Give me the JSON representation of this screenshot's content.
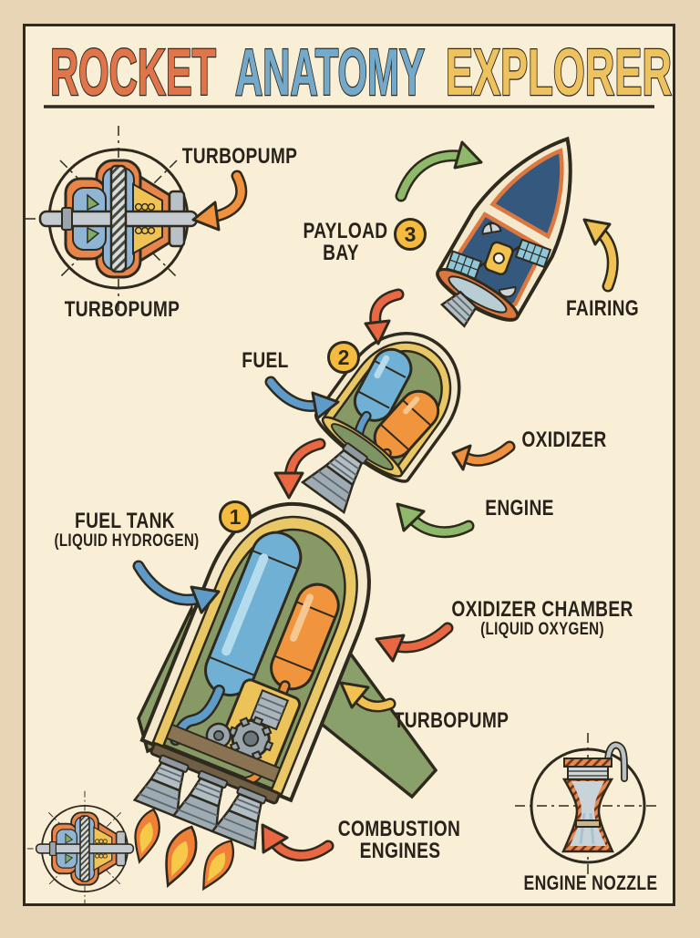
{
  "title": {
    "rocket": "ROCKET",
    "anatomy": "ANATOMY",
    "explorer": "EXPLORER"
  },
  "labels": {
    "turbopump_top": "TURBOPUMP",
    "turbopump_inset": "TURBOPUMP",
    "payload_line1": "PAYLOAD",
    "payload_line2": "BAY",
    "fairing": "FAIRING",
    "fuel": "FUEL",
    "oxidizer": "OXIDIZER",
    "engine": "ENGINE",
    "fuel_tank_line1": "FUEL TANK",
    "fuel_tank_line2": "(LIQUID HYDROGEN)",
    "oxidizer_chamber_line1": "OXIDIZER CHAMBER",
    "oxidizer_chamber_line2": "(LIQUID OXYGEN)",
    "turbopump_stage1": "TURBOPUMP",
    "combustion_line1": "COMBUSTION",
    "combustion_line2": "ENGINES",
    "engine_nozzle": "ENGINE NOZZLE"
  },
  "badges": {
    "stage1": "1",
    "stage2": "2",
    "stage3": "3"
  },
  "colors": {
    "background": "#e7d5b6",
    "panel": "#f9efd7",
    "outline": "#2f2a1e",
    "title_rocket": "#e0744b",
    "title_anatomy": "#74a9c9",
    "title_explorer": "#eec25e",
    "badge": "#f5bb41",
    "arrow_blue": "#5f9bc8",
    "arrow_green": "#8fb96a",
    "arrow_yellow": "#f2c153",
    "arrow_orange": "#f0913f",
    "arrow_red": "#ea6743",
    "tank_blue": "#6fb0d4",
    "tank_orange": "#f0943e",
    "interior_green": "#879a66",
    "hull_cream": "#f4e9cd",
    "hull_yellow": "#e9c764",
    "payload_navy": "#35597e",
    "metal_gray": "#aab4bb",
    "flame_orange": "#f08038",
    "flame_yellow": "#f6c948"
  }
}
